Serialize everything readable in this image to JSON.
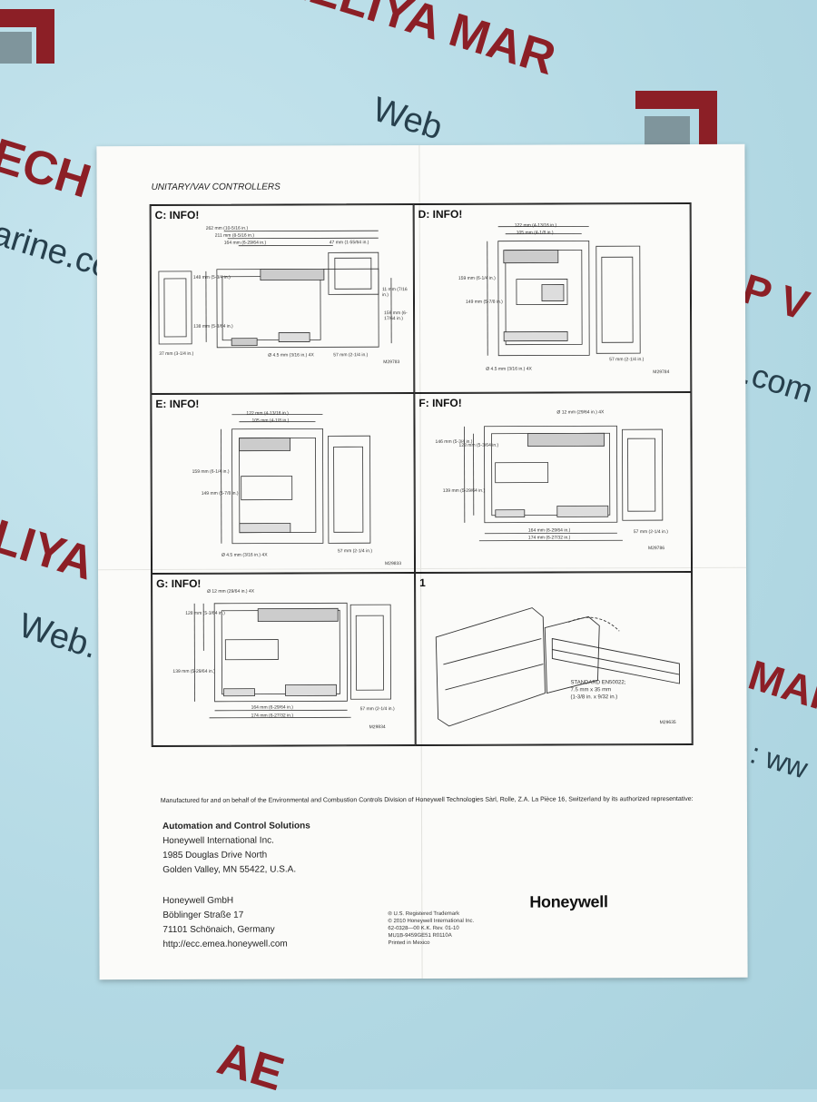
{
  "watermarks": {
    "top": "AELIYA MAR",
    "top_web": "Web",
    "left": "ECH I",
    "left_web": "arine.co",
    "right": "P V",
    "right_web": ".com",
    "mid_left": "LIYA I",
    "mid_left_web": "Web.",
    "right_low": "MAR",
    "right_low_web": ": ww",
    "bottom": "AE"
  },
  "document": {
    "header": "UNITARY/VAV CONTROLLERS",
    "panels": [
      {
        "title": "C: INFO!",
        "code": "M29783",
        "dims": [
          "262 mm (10-5/16 in.)",
          "211 mm (8-5/16 in.)",
          "164 mm (6-29/64 in.)",
          "47 mm (1-55/64 in.)",
          "148 mm (5-3/4 in.)",
          "138 mm (5-3/64 in.)",
          "159 mm (6-17/64 in.)",
          "11 mm (7/16 in.)",
          "37 mm (3-1/4 in.)",
          "Ø 4.5 mm (3/16 in.) 4X",
          "57 mm (2-1/4 in.)"
        ]
      },
      {
        "title": "D: INFO!",
        "code": "M29784",
        "dims": [
          "122 mm (4-13/16 in.)",
          "105 mm (4-1/8 in.)",
          "159 mm (6-1/4 in.)",
          "149 mm (5-7/8 in.)",
          "Ø 4.5 mm (3/16 in.) 4X",
          "57 mm (2-1/4 in.)"
        ]
      },
      {
        "title": "E: INFO!",
        "code": "M29833",
        "dims": [
          "122 mm (4-13/16 in.)",
          "105 mm (4-1/8 in.)",
          "159 mm (6-1/4 in.)",
          "149 mm (5-7/8 in.)",
          "Ø 4.5 mm (3/16 in.) 4X",
          "57 mm (2-1/4 in.)"
        ]
      },
      {
        "title": "F: INFO!",
        "code": "M29786",
        "dims": [
          "Ø 12 mm (29/64 in.) 4X",
          "146 mm (5-3/4 in.)",
          "128 mm (5-3/64 in.)",
          "139 mm (5-29/64 in.)",
          "164 mm (6-29/64 in.)",
          "174 mm (6-27/32 in.)",
          "57 mm (2-1/4 in.)"
        ]
      },
      {
        "title": "G: INFO!",
        "code": "M29834",
        "dims": [
          "Ø 12 mm (29/64 in.) 4X",
          "128 mm (5-3/64 in.)",
          "139 mm (5-29/64 in.)",
          "164 mm (6-29/64 in.)",
          "174 mm (6-27/32 in.)",
          "57 mm (2-1/4 in.)"
        ]
      },
      {
        "title": "1",
        "code": "M29635",
        "dims": [
          "STANDARD EN50022;",
          "7.5 mm x 35 mm",
          "(1-3/8 in. x 9/32 in.)"
        ]
      }
    ],
    "manufactured": "Manufactured for and on behalf of the Environmental and Combustion Controls Division of Honeywell Technologies Sàrl, Rolle, Z.A. La Pièce 16, Switzerland by its authorized representative:",
    "address_us": [
      "Automation and Control Solutions",
      "Honeywell International Inc.",
      "1985 Douglas Drive North",
      "Golden Valley, MN  55422, U.S.A."
    ],
    "address_de": [
      "Honeywell GmbH",
      "Böblinger Straße 17",
      "71101 Schönaich, Germany",
      "http://ecc.emea.honeywell.com"
    ],
    "legal": [
      "® U.S. Registered Trademark",
      "© 2010 Honeywell International Inc.",
      "62-0328—00  K.K.  Rev. 01-10",
      "MU1B-9459GE51 R0110A",
      "Printed in Mexico"
    ],
    "logo": "Honeywell"
  }
}
